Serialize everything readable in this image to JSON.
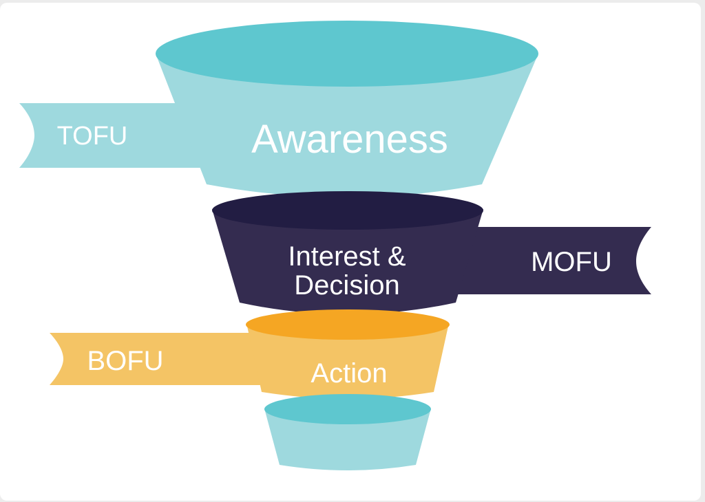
{
  "funnel": {
    "stages": [
      {
        "name": "Awareness",
        "tag": "TOFU"
      },
      {
        "name_line1": "Interest &",
        "name_line2": "Decision",
        "tag": "MOFU"
      },
      {
        "name": "Action",
        "tag": "BOFU"
      },
      {
        "name": ""
      }
    ]
  },
  "colors": {
    "teal_light": "#9ed9de",
    "teal_top": "#5ec7cf",
    "navy_body": "#342c50",
    "navy_top": "#221d43",
    "yellow_body": "#f4c465",
    "orange_top": "#f5a623",
    "text": "#ffffff"
  }
}
